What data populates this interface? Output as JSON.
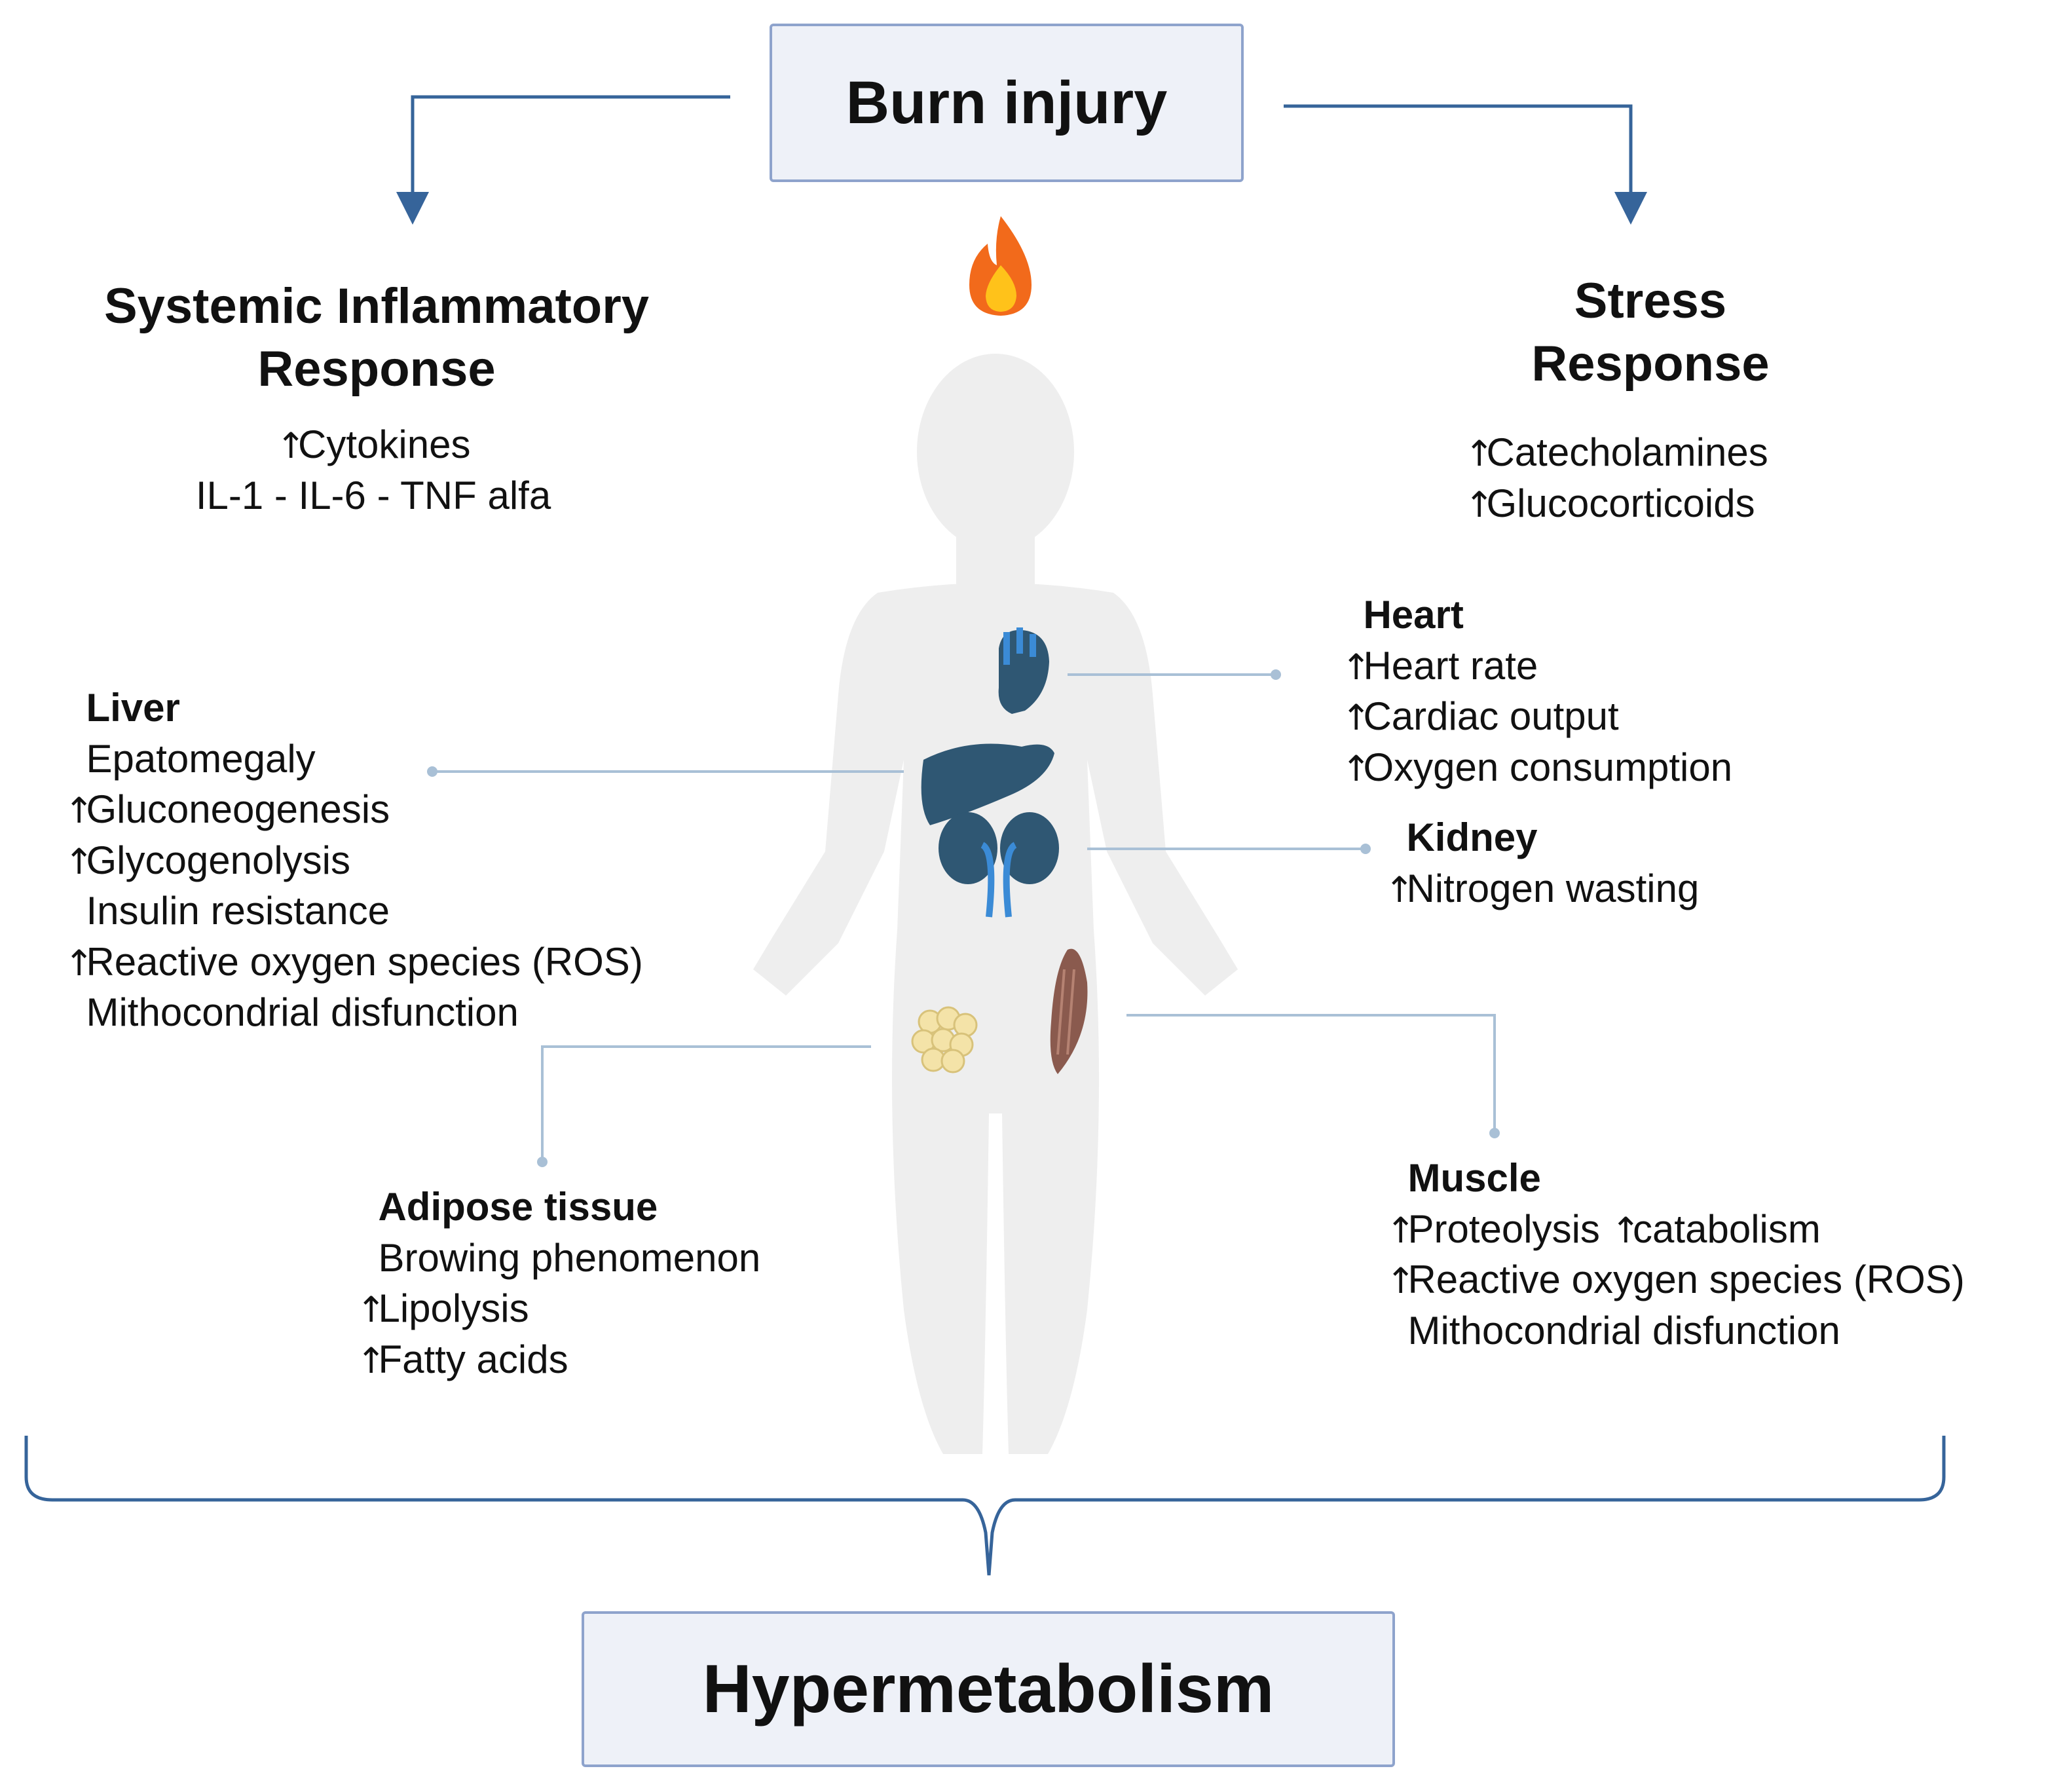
{
  "colors": {
    "box_fill": "#eef1f8",
    "box_border": "#8ea3cc",
    "arrow": "#36649a",
    "connector": "#a9c0d6",
    "body_silhouette": "#eeeeee",
    "organ": "#2f5773",
    "flame_outer": "#f26a1b",
    "flame_inner": "#ffc21a"
  },
  "icons": [
    "flame-icon",
    "heart-icon",
    "liver-icon",
    "kidney-icon",
    "muscle-icon",
    "adipose-icon",
    "arrow-up-icon"
  ],
  "top_box": {
    "label": "Burn injury"
  },
  "bottom_box": {
    "label": "Hypermetabolism"
  },
  "inflammatory": {
    "title_line1": "Systemic Inflammatory",
    "title_line2": "Response",
    "item1": "Cytokines",
    "item2": "IL-1 - IL-6  - TNF alfa"
  },
  "stress": {
    "title_line1": "Stress",
    "title_line2": "Response",
    "item1": "Catecholamines",
    "item2": "Glucocorticoids"
  },
  "heart": {
    "title": "Heart",
    "items": [
      "Heart rate",
      "Cardiac output",
      "Oxygen consumption"
    ]
  },
  "liver": {
    "title": "Liver",
    "items": [
      "Epatomegaly",
      "Gluconeogenesis",
      "Glycogenolysis",
      "Insulin resistance",
      "Reactive oxygen species  (ROS)",
      "Mithocondrial disfunction"
    ]
  },
  "kidney": {
    "title": "Kidney",
    "items": [
      "Nitrogen wasting"
    ]
  },
  "adipose": {
    "title": "Adipose tissue",
    "items": [
      "Browing phenomenon",
      "Lipolysis",
      "Fatty acids"
    ]
  },
  "muscle": {
    "title": "Muscle",
    "item1_a": "Proteolysis",
    "item1_b": "catabolism",
    "item2": "Reactive oxygen species  (ROS)",
    "item3": "Mithocondrial disfunction"
  },
  "arrow_symbol": "↑"
}
